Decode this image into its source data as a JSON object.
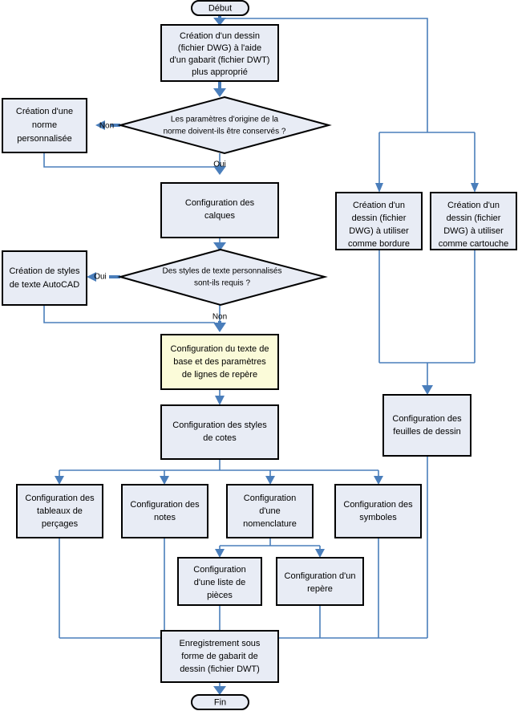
{
  "diagram": {
    "title": "Processus de creation d'un gabarit de dessin AutoCAD Mechanical",
    "language": "fr",
    "colors": {
      "node_fill": "#e8ecf5",
      "node_highlight_fill": "#fbfbd9",
      "node_stroke": "#000000",
      "connector": "#4a7ebb",
      "background": "#ffffff"
    },
    "nodes": {
      "start": {
        "label": "Début",
        "shape": "terminator"
      },
      "creation_dessin": {
        "label_lines": [
          "Création d'un dessin",
          "(fichier DWG) à l'aide",
          "d'un gabarit (fichier DWT)",
          "plus approprié"
        ],
        "shape": "process"
      },
      "decision_norme": {
        "label_lines": [
          "Les paramètres d'origine de la",
          "norme doivent-ils être conservés ?"
        ],
        "shape": "decision"
      },
      "creation_norme": {
        "label_lines": [
          "Création d'une",
          "norme",
          "personnalisée"
        ],
        "shape": "process"
      },
      "config_calques": {
        "label_lines": [
          "Configuration des",
          "calques"
        ],
        "shape": "process"
      },
      "decision_styles_texte": {
        "label_lines": [
          "Des styles de texte personnalisés",
          "sont-ils requis ?"
        ],
        "shape": "decision"
      },
      "creation_styles_texte": {
        "label_lines": [
          "Création de styles",
          "de texte AutoCAD"
        ],
        "shape": "process"
      },
      "config_texte_base": {
        "label_lines": [
          "Configuration du texte de",
          "base et des paramètres",
          "de lignes de repère"
        ],
        "shape": "process",
        "highlighted": true
      },
      "config_styles_cotes": {
        "label_lines": [
          "Configuration des styles",
          "de cotes"
        ],
        "shape": "process"
      },
      "config_tableaux_percages": {
        "label_lines": [
          "Configuration des",
          "tableaux de",
          "perçages"
        ],
        "shape": "process"
      },
      "config_notes": {
        "label_lines": [
          "Configuration des",
          "notes"
        ],
        "shape": "process"
      },
      "config_nomenclature": {
        "label_lines": [
          "Configuration",
          "d'une",
          "nomenclature"
        ],
        "shape": "process"
      },
      "config_symboles": {
        "label_lines": [
          "Configuration des",
          "symboles"
        ],
        "shape": "process"
      },
      "config_liste_pieces": {
        "label_lines": [
          "Configuration",
          "d'une liste de",
          "pièces"
        ],
        "shape": "process"
      },
      "config_repere": {
        "label_lines": [
          "Configuration d'un",
          "repère"
        ],
        "shape": "process"
      },
      "creation_bordure": {
        "label_lines": [
          "Création d'un",
          "dessin (fichier",
          "DWG) à utiliser",
          "comme bordure"
        ],
        "shape": "process"
      },
      "creation_cartouche": {
        "label_lines": [
          "Création d'un",
          "dessin (fichier",
          "DWG) à utiliser",
          "comme cartouche"
        ],
        "shape": "process"
      },
      "config_feuilles": {
        "label_lines": [
          "Configuration des",
          "feuilles de dessin"
        ],
        "shape": "process"
      },
      "enregistrement": {
        "label_lines": [
          "Enregistrement sous",
          "forme de gabarit de",
          "dessin (fichier DWT)"
        ],
        "shape": "process"
      },
      "end": {
        "label": "Fin",
        "shape": "terminator"
      }
    },
    "edge_labels": {
      "norme_non": "Non",
      "norme_oui": "Oui",
      "styles_oui": "Oui",
      "styles_non": "Non"
    }
  }
}
